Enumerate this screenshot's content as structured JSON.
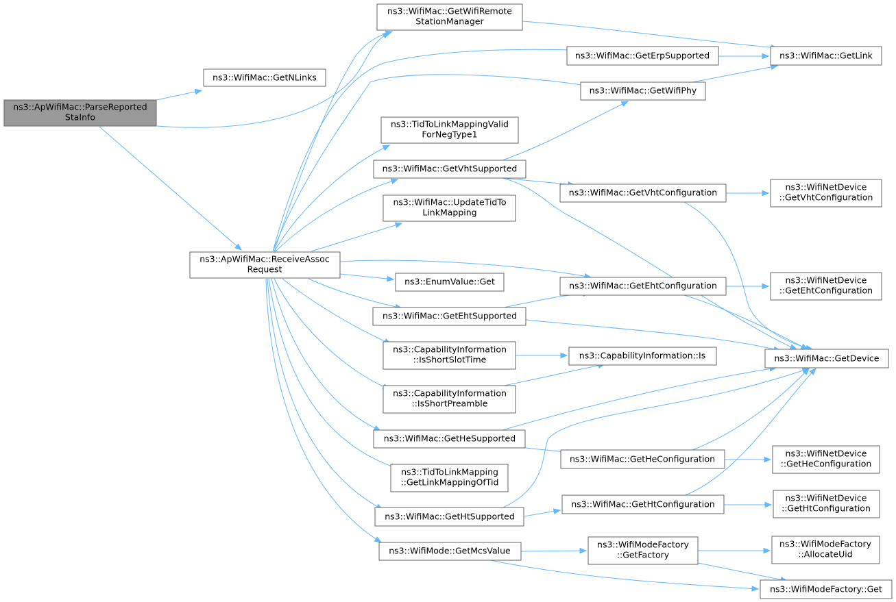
{
  "colors": {
    "edge": "#63b8ff",
    "root_fill": "#999999",
    "node_border": "#666666",
    "node_fill": "#ffffff"
  },
  "nodes": {
    "parse": [
      "ns3::ApWifiMac::ParseReported",
      "StaInfo"
    ],
    "getnlinks": [
      "ns3::WifiMac::GetNLinks"
    ],
    "recv": [
      "ns3::ApWifiMac::ReceiveAssoc",
      "Request"
    ],
    "getremote": [
      "ns3::WifiMac::GetWifiRemote",
      "StationManager"
    ],
    "geterp": [
      "ns3::WifiMac::GetErpSupported"
    ],
    "getphy": [
      "ns3::WifiMac::GetWifiPhy"
    ],
    "tidvalid": [
      "ns3::TidToLinkMappingValid",
      "ForNegType1"
    ],
    "getvht": [
      "ns3::WifiMac::GetVhtSupported"
    ],
    "updatetid": [
      "ns3::WifiMac::UpdateTidTo",
      "LinkMapping"
    ],
    "enumget": [
      "ns3::EnumValue::Get"
    ],
    "getehts": [
      "ns3::WifiMac::GetEhtSupported"
    ],
    "shortslot": [
      "ns3::CapabilityInformation",
      "::IsShortSlotTime"
    ],
    "shortpre": [
      "ns3::CapabilityInformation",
      "::IsShortPreamble"
    ],
    "gethes": [
      "ns3::WifiMac::GetHeSupported"
    ],
    "linkmap": [
      "ns3::TidToLinkMapping",
      "::GetLinkMappingOfTid"
    ],
    "geths": [
      "ns3::WifiMac::GetHtSupported"
    ],
    "mcs": [
      "ns3::WifiMode::GetMcsValue"
    ],
    "getlink": [
      "ns3::WifiMac::GetLink"
    ],
    "vhtconf": [
      "ns3::WifiMac::GetVhtConfiguration"
    ],
    "ehtconf": [
      "ns3::WifiMac::GetEhtConfiguration"
    ],
    "capis": [
      "ns3::CapabilityInformation::Is"
    ],
    "heconf": [
      "ns3::WifiMac::GetHeConfiguration"
    ],
    "htconf": [
      "ns3::WifiMac::GetHtConfiguration"
    ],
    "getfactory": [
      "ns3::WifiModeFactory",
      "::GetFactory"
    ],
    "ndvht": [
      "ns3::WifiNetDevice",
      "::GetVhtConfiguration"
    ],
    "ndeht": [
      "ns3::WifiNetDevice",
      "::GetEhtConfiguration"
    ],
    "getdevice": [
      "ns3::WifiMac::GetDevice"
    ],
    "ndhe": [
      "ns3::WifiNetDevice",
      "::GetHeConfiguration"
    ],
    "ndht": [
      "ns3::WifiNetDevice",
      "::GetHtConfiguration"
    ],
    "allocuid": [
      "ns3::WifiModeFactory",
      "::AllocateUid"
    ],
    "factoryget": [
      "ns3::WifiModeFactory::Get"
    ]
  },
  "edges": [
    [
      "parse",
      "getnlinks"
    ],
    [
      "parse",
      "getremote"
    ],
    [
      "parse",
      "recv"
    ],
    [
      "recv",
      "getremote"
    ],
    [
      "recv",
      "geterp"
    ],
    [
      "recv",
      "getphy"
    ],
    [
      "recv",
      "tidvalid"
    ],
    [
      "recv",
      "getvht"
    ],
    [
      "recv",
      "updatetid"
    ],
    [
      "recv",
      "ehtconf"
    ],
    [
      "recv",
      "enumget"
    ],
    [
      "recv",
      "getehts"
    ],
    [
      "recv",
      "shortslot"
    ],
    [
      "recv",
      "shortpre"
    ],
    [
      "recv",
      "gethes"
    ],
    [
      "recv",
      "linkmap"
    ],
    [
      "recv",
      "geths"
    ],
    [
      "recv",
      "mcs"
    ],
    [
      "getremote",
      "getlink"
    ],
    [
      "geterp",
      "getlink"
    ],
    [
      "getphy",
      "getlink"
    ],
    [
      "getvht",
      "getphy"
    ],
    [
      "getvht",
      "vhtconf"
    ],
    [
      "getvht",
      "getdevice"
    ],
    [
      "vhtconf",
      "ndvht"
    ],
    [
      "vhtconf",
      "getdevice"
    ],
    [
      "getehts",
      "ehtconf"
    ],
    [
      "getehts",
      "getdevice"
    ],
    [
      "ehtconf",
      "ndeht"
    ],
    [
      "ehtconf",
      "getdevice"
    ],
    [
      "shortslot",
      "capis"
    ],
    [
      "shortpre",
      "capis"
    ],
    [
      "gethes",
      "getdevice"
    ],
    [
      "gethes",
      "heconf"
    ],
    [
      "heconf",
      "ndhe"
    ],
    [
      "heconf",
      "getdevice"
    ],
    [
      "geths",
      "getdevice"
    ],
    [
      "geths",
      "htconf"
    ],
    [
      "htconf",
      "ndht"
    ],
    [
      "htconf",
      "getdevice"
    ],
    [
      "mcs",
      "getfactory"
    ],
    [
      "mcs",
      "factoryget"
    ],
    [
      "getfactory",
      "allocuid"
    ],
    [
      "getfactory",
      "factoryget"
    ]
  ]
}
